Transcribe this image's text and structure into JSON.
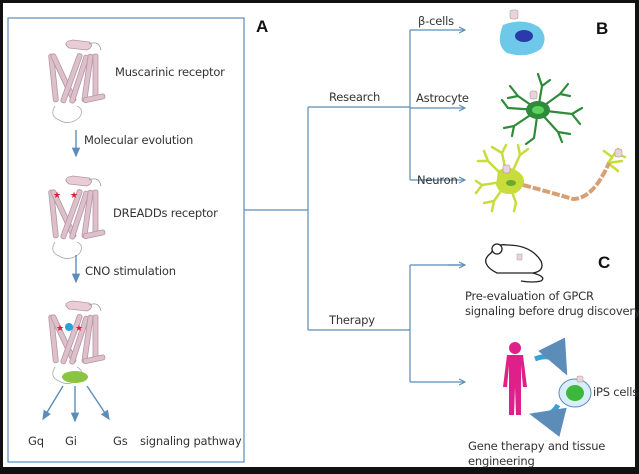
{
  "panel_labels": {
    "a": "A",
    "b": "B",
    "c": "C"
  },
  "panel_a": {
    "steps": [
      {
        "label": "Muscarinic receptor"
      },
      {
        "label": "DREADDs receptor"
      }
    ],
    "arrows": [
      {
        "label": "Molecular evolution"
      },
      {
        "label": "CNO stimulation"
      }
    ],
    "pathways": [
      "Gq",
      "Gi",
      "Gs"
    ],
    "pathway_caption": "signaling pathway"
  },
  "branches": {
    "research": {
      "label": "Research",
      "targets": [
        "β-cells",
        "Astrocyte",
        "Neuron"
      ]
    },
    "therapy": {
      "label": "Therapy",
      "targets": [
        "Pre-evaluation of GPCR signaling before drug discovery",
        "Gene therapy and tissue engineering"
      ],
      "pre_eval_line1": "Pre-evaluation of GPCR",
      "pre_eval_line2": "signaling before drug discovery",
      "gene_line1": "Gene therapy and tissue",
      "gene_line2": "engineering",
      "ips_label": "iPS cells"
    }
  },
  "colors": {
    "line": "#5b8db8",
    "receptor": "#d8b8c4",
    "beta_cell": "#6ec8ea",
    "astrocyte": "#2e8b3a",
    "neuron": "#c8dc3c",
    "axon": "#d8a070",
    "human": "#e0208a",
    "green_protein": "#8bc53f",
    "star": "#d42030",
    "ligand": "#2aa0e0"
  }
}
